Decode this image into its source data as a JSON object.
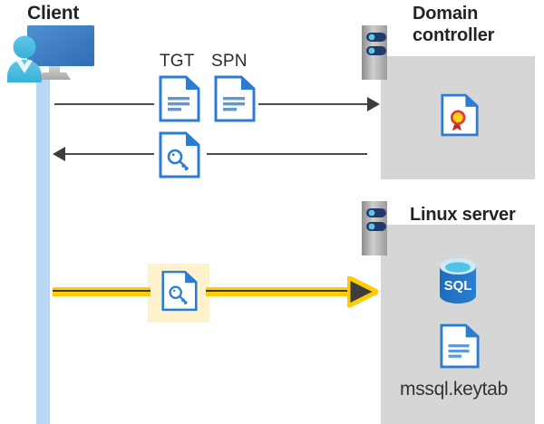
{
  "diagram": {
    "title_client": "Client",
    "title_domain_controller": "Domain\ncontroller",
    "title_linux_server": "Linux server",
    "labels": {
      "tgt": "TGT",
      "spn": "SPN",
      "keytab_file": "mssql.keytab",
      "sql_badge": "SQL"
    },
    "icons": {
      "client": "user-workstation-icon",
      "domain_controller_rack": "server-rack-icon",
      "linux_rack": "server-rack-icon",
      "tgt_document": "document-icon",
      "spn_document": "document-icon",
      "ticket_key_document": "key-document-icon",
      "service_ticket_key_document": "key-document-icon",
      "certificate": "certificate-document-icon",
      "sql_database": "sql-database-icon",
      "keytab_document": "document-icon"
    },
    "flows": [
      {
        "name": "request-flow",
        "direction": "client-to-domain-controller",
        "carries": [
          "TGT",
          "SPN"
        ],
        "style": "dark-line"
      },
      {
        "name": "response-flow",
        "direction": "domain-controller-to-client",
        "carries": [
          "service ticket"
        ],
        "style": "dark-line"
      },
      {
        "name": "service-ticket-flow",
        "direction": "client-to-linux-server",
        "carries": [
          "service ticket"
        ],
        "style": "highlighted-yellow-line"
      }
    ],
    "colors": {
      "lifeline": "#b9d7f3",
      "server_panel": "#d6d6d6",
      "highlight": "#fdf2cc",
      "ticket_path": "#ffcb05",
      "line": "#4d4d4d",
      "doc_blue": "#2b7cd3",
      "title_text": "#242424"
    }
  }
}
